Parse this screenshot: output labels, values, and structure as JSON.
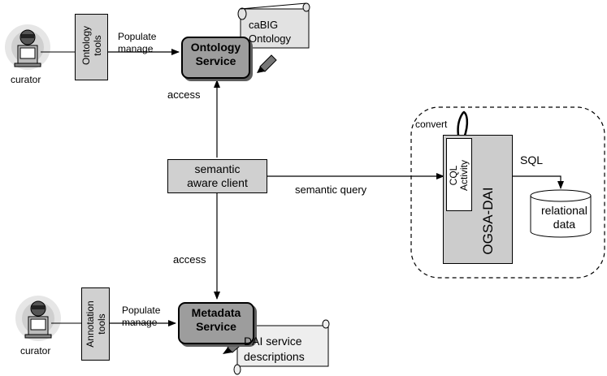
{
  "curator_top": "curator",
  "curator_bottom": "curator",
  "ontology_tools": [
    "Ontology",
    "tools"
  ],
  "annotation_tools": [
    "Annotation",
    "tools"
  ],
  "populate_top": [
    "Populate",
    "manage"
  ],
  "populate_bottom": [
    "Populate",
    "manage"
  ],
  "ontology_service": [
    "Ontology",
    "Service"
  ],
  "metadata_service": [
    "Metadata",
    "Service"
  ],
  "cabig_scroll": [
    "caBIG",
    "Ontology"
  ],
  "dai_scroll": [
    "DAI service",
    "descriptions"
  ],
  "access_top": "access",
  "access_bottom": "access",
  "client": [
    "semantic",
    "aware client"
  ],
  "semantic_query": "semantic query",
  "convert": "convert",
  "cql_activity": [
    "CQL",
    "Activity"
  ],
  "ogsa_dai": "OGSA-DAI",
  "sql": "SQL",
  "relational_data": [
    "relational",
    "data"
  ]
}
